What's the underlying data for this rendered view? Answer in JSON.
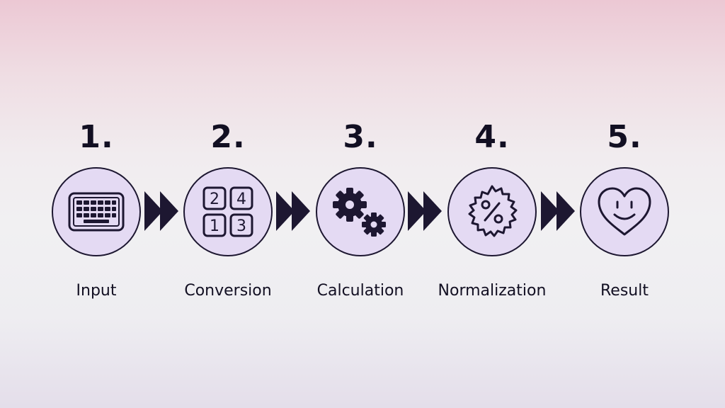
{
  "steps": [
    {
      "number": "1.",
      "label": "Input",
      "icon": "keyboard-icon"
    },
    {
      "number": "2.",
      "label": "Conversion",
      "icon": "number-grid-icon",
      "digits": [
        "2",
        "4",
        "1",
        "3"
      ]
    },
    {
      "number": "3.",
      "label": "Calculation",
      "icon": "gears-icon"
    },
    {
      "number": "4.",
      "label": "Normalization",
      "icon": "percent-gear-icon"
    },
    {
      "number": "5.",
      "label": "Result",
      "icon": "smiley-heart-icon"
    }
  ],
  "colors": {
    "circle_fill": "#e4daf3",
    "ink": "#1d1731",
    "arrow": "#1d1731"
  }
}
